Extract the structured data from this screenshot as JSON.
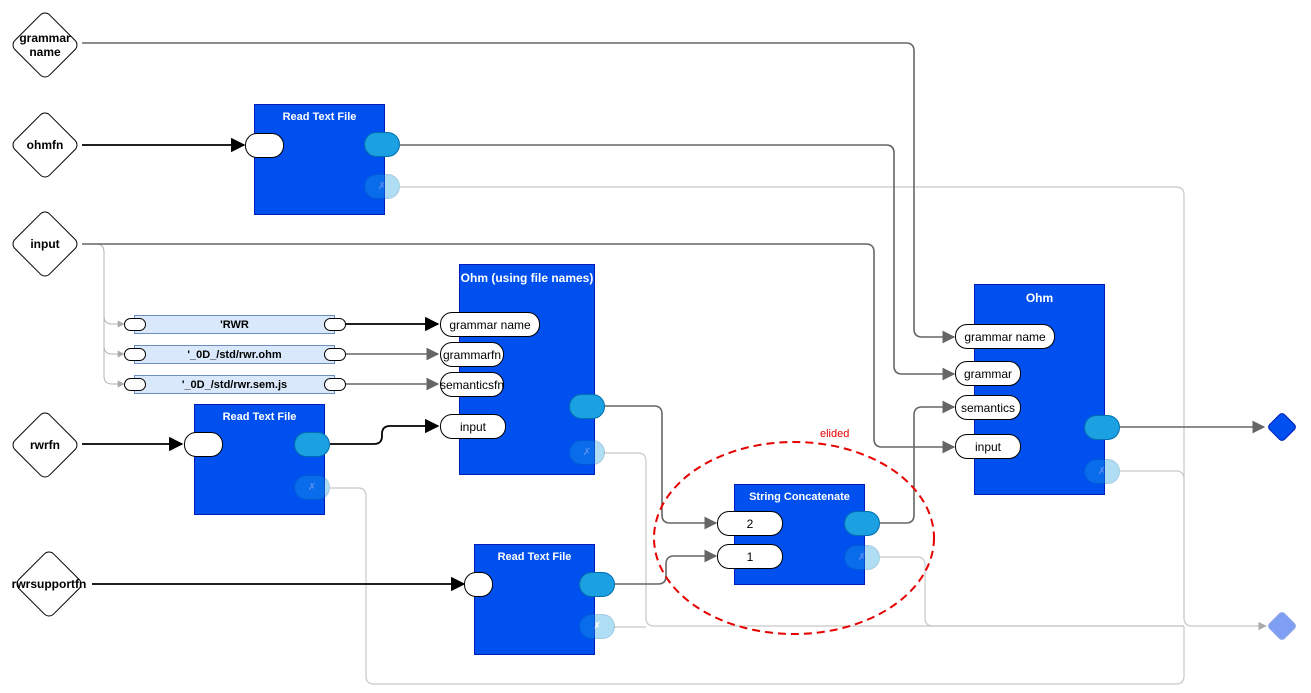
{
  "inputs": {
    "grammar_name": "grammar\nname",
    "ohmfn": "ohmfn",
    "input": "input",
    "rwrfn": "rwrfn",
    "rwrsupportfn": "rwrsupportfn"
  },
  "constants": {
    "rwr": "'RWR",
    "rwr_ohm": "'_0D_/std/rwr.ohm",
    "rwr_sem": "'_0D_/std/rwr.sem.js"
  },
  "nodes": {
    "read_text_file_1": {
      "title": "Read Text File",
      "err": "✗"
    },
    "read_text_file_2": {
      "title": "Read Text File",
      "err": "✗"
    },
    "read_text_file_3": {
      "title": "Read Text File",
      "err": "✗"
    },
    "ohm_files": {
      "title": "Ohm (using file names)",
      "ports": [
        "grammar name",
        "grammarfn",
        "semanticsfn",
        "input"
      ],
      "err": "✗"
    },
    "string_concat": {
      "title": "String Concatenate",
      "ports": [
        "2",
        "1"
      ],
      "err": "✗"
    },
    "ohm": {
      "title": "Ohm",
      "ports": [
        "grammar name",
        "grammar",
        "semantics",
        "input"
      ],
      "err": "✗"
    }
  },
  "annotation": {
    "elided": "elided"
  },
  "colors": {
    "node_fill": "#0050ef",
    "port_fill": "#1ba1e2",
    "const_fill": "#dae8fc",
    "elided": "#e60000"
  }
}
